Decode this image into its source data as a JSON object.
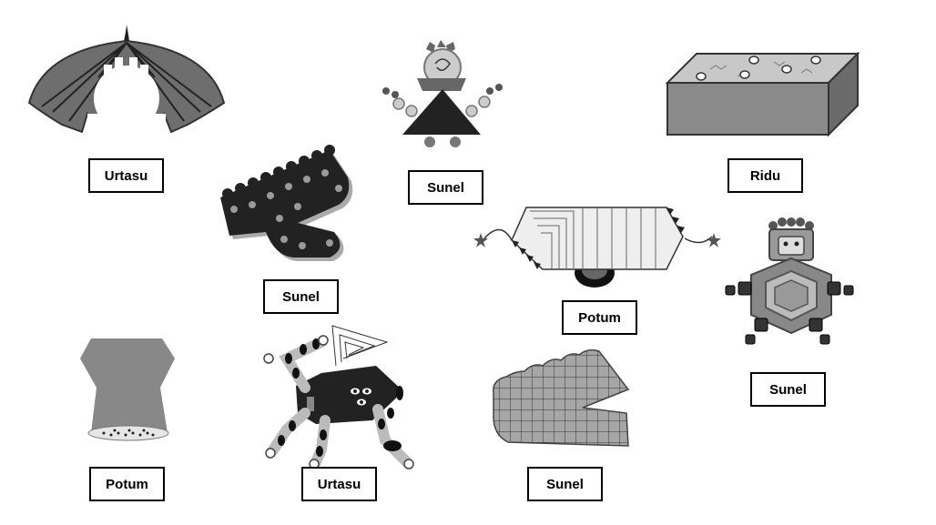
{
  "labels": [
    "Urtasu",
    "Sunel",
    "Ridu",
    "Sunel",
    "Potum",
    "Sunel",
    "Potum",
    "Urtasu",
    "Sunel"
  ],
  "colors": {
    "dark": "#2e2e2e",
    "mid": "#808080",
    "light": "#d6d6d6",
    "pale": "#ececec"
  }
}
